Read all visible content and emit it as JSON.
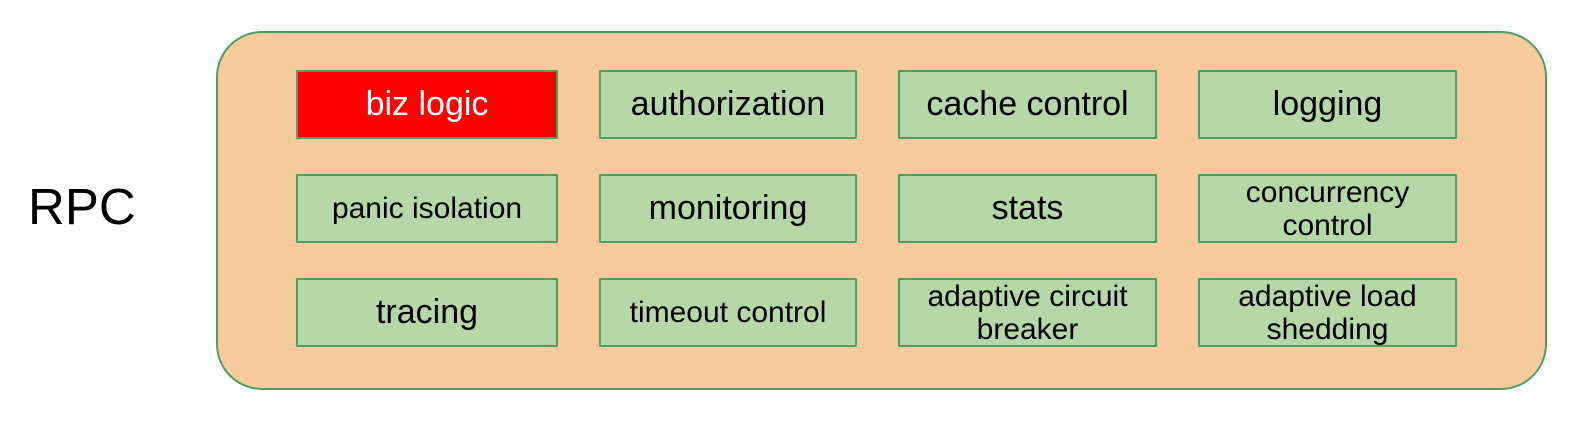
{
  "diagram": {
    "label": "RPC",
    "container": {
      "fill": "#F9CB9C",
      "border": "#4E9D64"
    },
    "colors": {
      "module_fill": "#B6D7A8",
      "module_border": "#4E9D64",
      "highlight_fill": "#FF0000",
      "highlight_text": "#FFFFFF",
      "text": "#000000"
    },
    "modules": [
      {
        "label": "biz logic",
        "highlight": true
      },
      {
        "label": "authorization"
      },
      {
        "label": "cache control"
      },
      {
        "label": "logging"
      },
      {
        "label": "panic isolation",
        "size": "sm"
      },
      {
        "label": "monitoring"
      },
      {
        "label": "stats"
      },
      {
        "label": "concurrency control",
        "size": "sm"
      },
      {
        "label": "tracing"
      },
      {
        "label": "timeout control",
        "size": "sm"
      },
      {
        "label": "adaptive circuit breaker",
        "size": "sm"
      },
      {
        "label": "adaptive load shedding",
        "size": "sm"
      }
    ]
  }
}
